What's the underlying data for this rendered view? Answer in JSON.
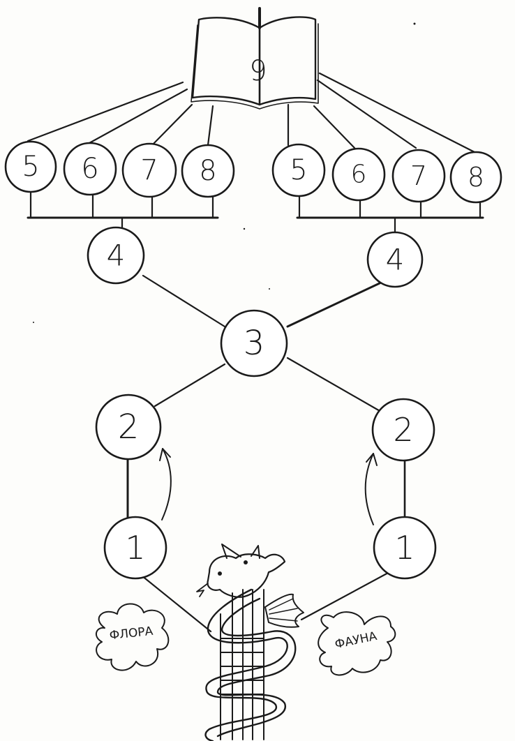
{
  "diagram": {
    "book": {
      "label": "9",
      "icon": "open-book-icon"
    },
    "left_branch": {
      "upper_nodes": [
        "5",
        "6",
        "7",
        "8"
      ],
      "middle_node": "4"
    },
    "right_branch": {
      "upper_nodes": [
        "5",
        "6",
        "7",
        "8"
      ],
      "middle_node": "4"
    },
    "center_node": "3",
    "lower_left": {
      "top": "2",
      "bottom": "1"
    },
    "lower_right": {
      "top": "2",
      "bottom": "1"
    },
    "flora_label": "ФЛОРА",
    "fauna_label": "ФАУНА",
    "base_icon": "dragon-on-pillar-icon",
    "colors": {
      "ink": "#1a1a1a",
      "paper": "#fdfdfb"
    }
  }
}
